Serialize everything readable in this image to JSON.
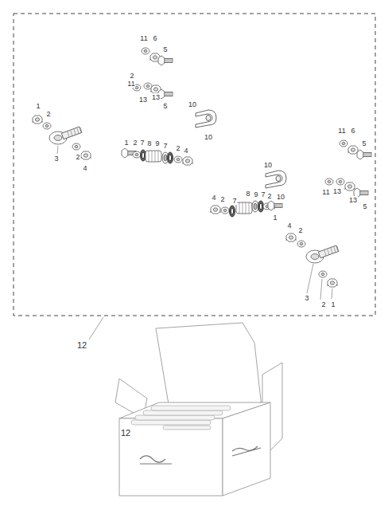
{
  "diagram": {
    "labels": [
      "11",
      "6",
      "5",
      "2",
      "11",
      "13",
      "13",
      "5",
      "1",
      "2",
      "3",
      "2",
      "4",
      "1",
      "2",
      "7",
      "8",
      "9",
      "7",
      "2",
      "4",
      "10",
      "10",
      "10",
      "10",
      "11",
      "6",
      "5",
      "11",
      "13",
      "13",
      "5",
      "4",
      "2",
      "7",
      "8",
      "9",
      "7",
      "2",
      "1",
      "4",
      "2",
      "3",
      "2",
      "1",
      "12",
      "12"
    ]
  }
}
